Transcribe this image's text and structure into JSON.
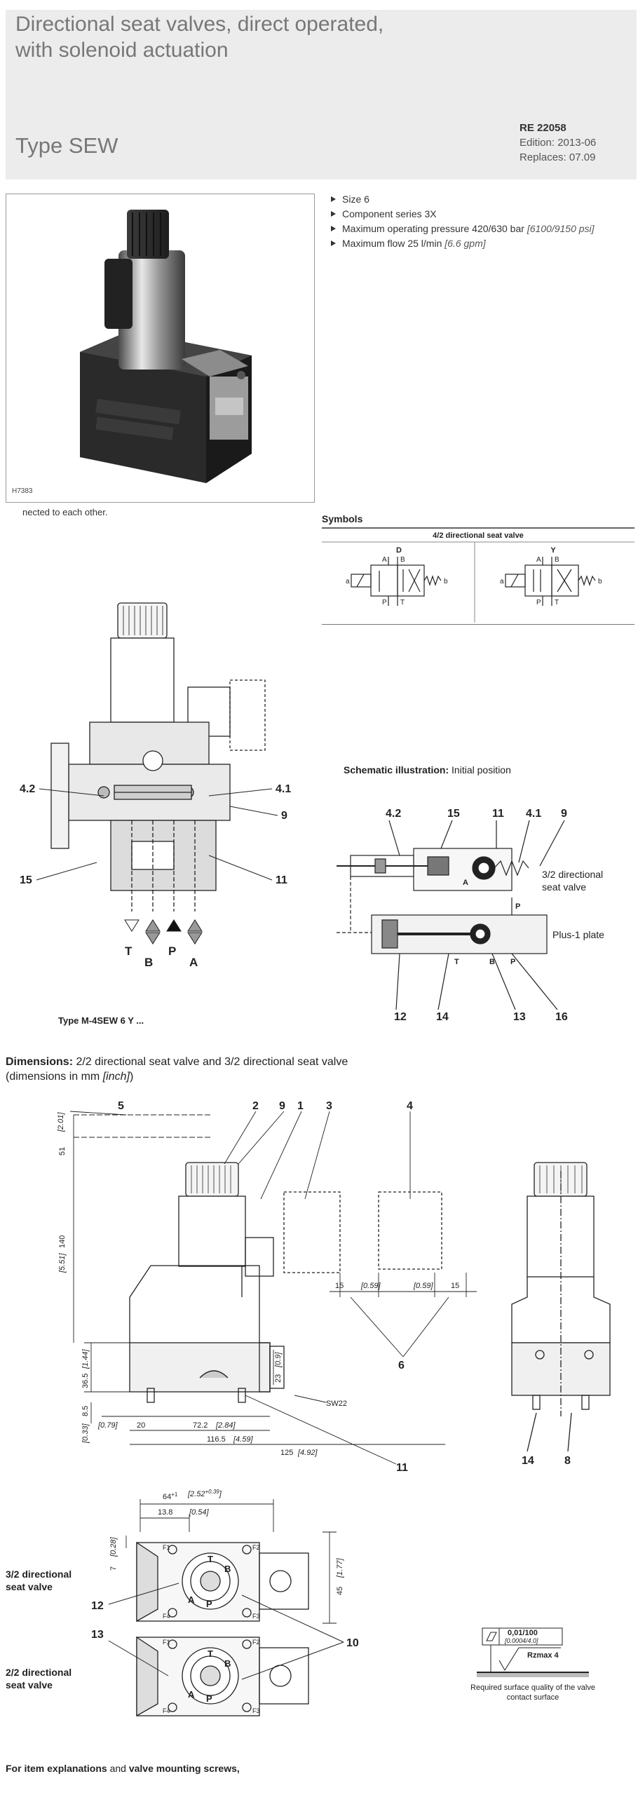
{
  "header": {
    "title_line1": "Directional seat valves, direct operated,",
    "title_line2": "with solenoid actuation",
    "type_label": "Type SEW",
    "doc_number": "RE 22058",
    "edition": "Edition: 2013-06",
    "replaces": "Replaces: 07.09"
  },
  "photo": {
    "code": "H7383"
  },
  "features": [
    {
      "text": "Size 6",
      "note": ""
    },
    {
      "text": "Component series 3X",
      "note": ""
    },
    {
      "text": "Maximum operating pressure 420/630 bar ",
      "note": "[6100/9150 psi]"
    },
    {
      "text": "Maximum flow 25 l/min ",
      "note": "[6.6 gpm]"
    }
  ],
  "continuation_text": "nected to each other.",
  "symbols": {
    "title": "Symbols",
    "subtitle": "4/2 directional seat valve",
    "col1": "D",
    "col2": "Y",
    "ports": {
      "A": "A",
      "B": "B",
      "P": "P",
      "T": "T",
      "a": "a",
      "b": "b"
    }
  },
  "section_view": {
    "labels": {
      "l42": "4.2",
      "l41": "4.1",
      "l9": "9",
      "l15": "15",
      "l11": "11"
    },
    "ports": {
      "T": "T",
      "B": "B",
      "P": "P",
      "A": "A"
    },
    "caption": "Type M-4SEW 6 Y ..."
  },
  "schematic": {
    "title_bold": "Schematic illustration:",
    "title_rest": " Initial position",
    "labels": {
      "l42": "4.2",
      "l15": "15",
      "l11": "11",
      "l41": "4.1",
      "l9": "9",
      "l12": "12",
      "l14": "14",
      "l13": "13",
      "l16": "16"
    },
    "ports": {
      "A": "A",
      "P": "P",
      "T": "T",
      "B": "B",
      "P2": "P"
    },
    "valve_text_1": "3/2 directional",
    "valve_text_2": "seat valve",
    "plate_text": "Plus-1 plate"
  },
  "dimensions": {
    "title_bold": "Dimensions:",
    "title_rest": " 2/2 directional seat valve and 3/2 directional seat valve",
    "title_line2": "(dimensions in mm ",
    "title_unit": "[inch]",
    "title_end": ")",
    "side_dims": {
      "d51": "51",
      "d51i": "[2.01]",
      "d140": "140",
      "d140i": "[5.51]",
      "d365": "36.5",
      "d365i": "[1.44]",
      "d85": "8.5",
      "d033": "[0.33]"
    },
    "bottom_dims": {
      "d079": "[0.79]",
      "d20": "20",
      "d722": "72.2",
      "d722i": "[2.84]",
      "d1165": "116.5",
      "d1165i": "[4.59]",
      "d125": "125",
      "d125i": "[4.92]"
    },
    "other_dims": {
      "d23": "23",
      "d23i": "[0.9]",
      "sw22": "SW22",
      "d15a": "15",
      "d059a": "[0.59]",
      "d059b": "[0.59]",
      "d15b": "15"
    },
    "items": {
      "i5": "5",
      "i2": "2",
      "i9": "9",
      "i1": "1",
      "i3": "3",
      "i4": "4",
      "i6": "6",
      "i11": "11",
      "i14": "14",
      "i8": "8"
    }
  },
  "bottom_view": {
    "label_32a": "3/2 directional",
    "label_32b": "seat valve",
    "label_22a": "2/2 directional",
    "label_22b": "seat valve",
    "d64": "64",
    "d64tol": "+1",
    "d64i": "[2.52",
    "d64itol": "+0.39",
    "d64iend": "]",
    "d138": "13.8",
    "d054": "[0.54]",
    "d7": "7",
    "d028": "[0.28]",
    "d45": "45",
    "d177": "[1.77]",
    "items": {
      "i12": "12",
      "i13": "13",
      "i10": "10"
    },
    "ports": {
      "F1": "F1",
      "F2": "F2",
      "F3": "F3",
      "F4": "F4",
      "A": "A",
      "B": "B",
      "P": "P",
      "T": "T"
    }
  },
  "surface": {
    "flatness": "0,01/100",
    "flatness_inch": "[0.0004/4.0]",
    "rz": "Rzmax  4",
    "caption1": "Required surface quality of the valve",
    "caption2": "contact surface"
  },
  "footer": {
    "text_bold1": "For item explanations",
    "text_mid": " and ",
    "text_bold2": "valve mounting screws,"
  }
}
